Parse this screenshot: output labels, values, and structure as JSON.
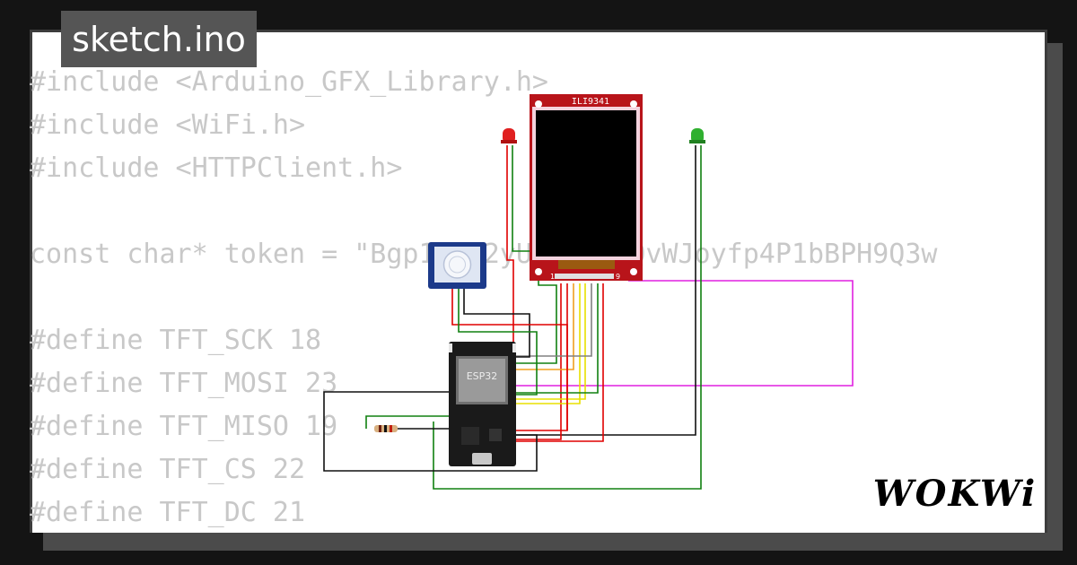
{
  "tab": {
    "filename": "sketch.ino"
  },
  "code": {
    "lines": [
      "#include <Arduino_GFX_Library.h>",
      "#include <WiFi.h>",
      "#include <HTTPClient.h>",
      "",
      "const char* token = \"Bgp1IC72yUt4gdwlQvWJoyfp4P1bBPH9Q3w",
      "",
      "#define TFT_SCK 18",
      "#define TFT_MOSI 23",
      "#define TFT_MISO 19",
      "#define TFT_CS 22",
      "#define TFT_DC 21"
    ]
  },
  "circuit": {
    "display_label": "ILI9341",
    "mcu_label": "ESP32",
    "pin_first": "1",
    "pin_last": "9",
    "colors": {
      "wire_red": "#e00000",
      "wire_green": "#108010",
      "wire_black": "#111111",
      "wire_yellow": "#e8e000",
      "wire_orange": "#f0a020",
      "wire_magenta": "#e020e0",
      "wire_gray": "#808080",
      "pcb_red": "#b8141a",
      "led_red": "#e02020",
      "led_green": "#30b030"
    }
  },
  "brand": {
    "logo_text": "WOKWi"
  }
}
